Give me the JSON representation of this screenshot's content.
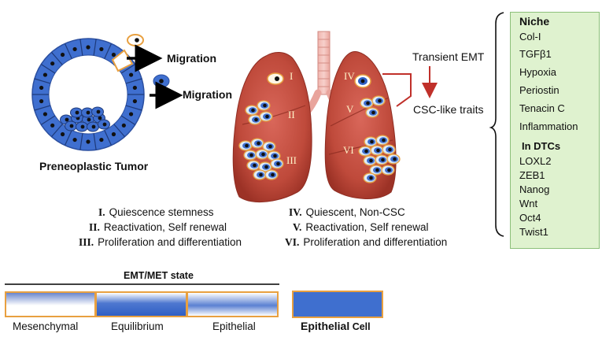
{
  "tumor": {
    "label": "Preneoplastic Tumor",
    "migration_top": "Migration",
    "migration_bottom": "Migration"
  },
  "lung_regions": {
    "left": [
      "I",
      "II",
      "III"
    ],
    "right": [
      "IV",
      "V",
      "VI"
    ]
  },
  "emt_process": {
    "top": "Transient EMT",
    "bottom": "CSC-like traits"
  },
  "niche": {
    "title": "Niche",
    "items": [
      "Col-I",
      "TGFβ1",
      "Hypoxia",
      "Periostin",
      "Tenacin C",
      "Inflammation"
    ],
    "dtc_title": "In DTCs",
    "dtc_items": [
      "LOXL2",
      "ZEB1",
      "Nanog",
      "Wnt",
      "Oct4",
      "Twist1"
    ]
  },
  "stages_left": [
    {
      "num": "I.",
      "text": "Quiescence stemness"
    },
    {
      "num": "II.",
      "text": "Reactivation, Self renewal"
    },
    {
      "num": "III.",
      "text": "Proliferation and differentiation"
    }
  ],
  "stages_right": [
    {
      "num": "IV.",
      "text": "Quiescent, Non-CSC"
    },
    {
      "num": "V.",
      "text": "Reactivation, Self renewal"
    },
    {
      "num": "VI.",
      "text": "Proliferation and differentiation"
    }
  ],
  "emt_scale": {
    "title": "EMT/MET state",
    "labels": [
      "Mesenchymal",
      "Equilibrium",
      "Epithelial"
    ]
  },
  "epithelial_legend": {
    "bold": "Epithelial",
    "rest": " Cell"
  },
  "colors": {
    "epithelial_blue": "#3f6fcf",
    "lung_red": "#bf4a3b",
    "arrow_red": "#c0302a",
    "niche_bg": "#dff2cf",
    "box_border": "#e8a040"
  }
}
